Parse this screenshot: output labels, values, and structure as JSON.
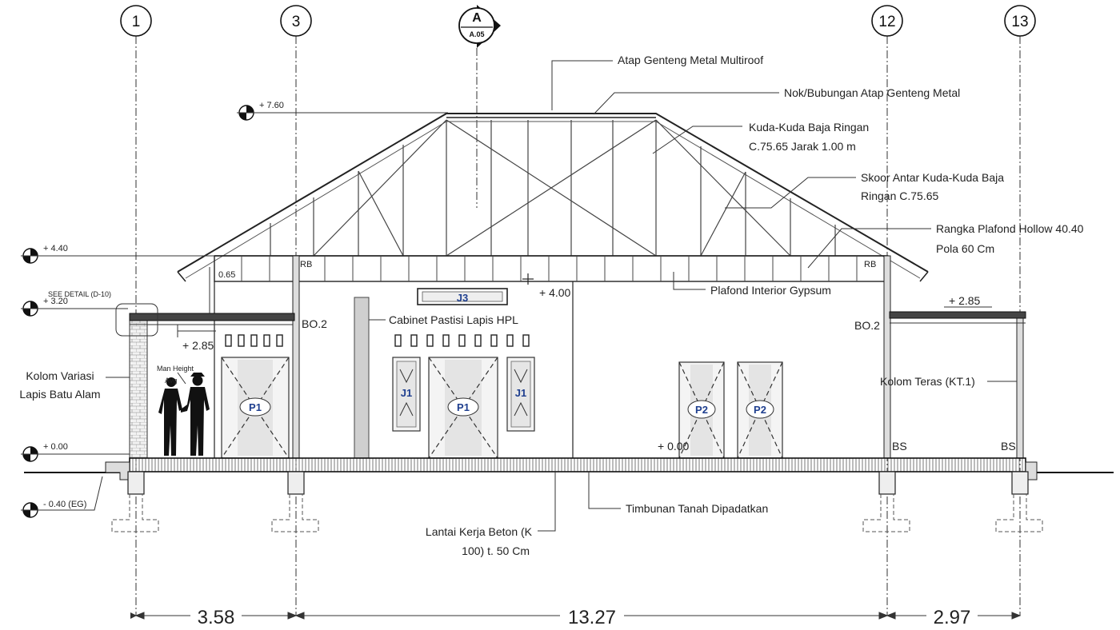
{
  "grid": {
    "g1": "1",
    "g3": "3",
    "g12": "12",
    "g13": "13"
  },
  "section_marker": {
    "letter": "A",
    "sheet": "A.05"
  },
  "levels": {
    "ridge": "+ 7.60",
    "eave": "+ 4.40",
    "canopy": "+ 3.20",
    "floor": "+ 0.00",
    "ground": "- 0.40 (EG)",
    "ceiling": "+ 4.00",
    "porch_left": "+ 2.85",
    "porch_right": "+ 2.85",
    "floor_inside": "+ 0.00",
    "fascia": "0.65"
  },
  "callouts": {
    "roof_tile": "Atap Genteng Metal Multiroof",
    "ridge_cap": "Nok/Bubungan Atap Genteng Metal",
    "truss_1": "Kuda-Kuda Baja Ringan",
    "truss_2": "C.75.65 Jarak 1.00 m",
    "brace_1": "Skoor Antar Kuda-Kuda Baja",
    "brace_2": "Ringan C.75.65",
    "ceiling_frame_1": "Rangka Plafond Hollow 40.40",
    "ceiling_frame_2": "Pola 60 Cm",
    "gypsum": "Plafond Interior Gypsum",
    "cabinet": "Cabinet Pastisi Lapis HPL",
    "see_detail": "SEE DETAIL (D-10)",
    "column_var_1": "Kolom Variasi",
    "column_var_2": "Lapis Batu Alam",
    "man_height_1": "Man Height",
    "man_height_2": "Avg",
    "porch_col": "Kolom Teras (KT.1)",
    "fill": "Timbunan Tanah Dipadatkan",
    "slab_1": "Lantai Kerja Beton  (K",
    "slab_2": "100) t. 50 Cm"
  },
  "tags": {
    "rb_left": "RB",
    "rb_right": "RB",
    "bo_left": "BO.2",
    "bo_right": "BO.2",
    "bs_left": "BS",
    "bs_right": "BS",
    "j3": "J3",
    "p1_left": "P1",
    "p1_mid": "P1",
    "j1_left": "J1",
    "j1_right": "J1",
    "p2_left": "P2",
    "p2_right": "P2"
  },
  "dimensions": {
    "d1": "3.58",
    "d2": "13.27",
    "d3": "2.97"
  }
}
